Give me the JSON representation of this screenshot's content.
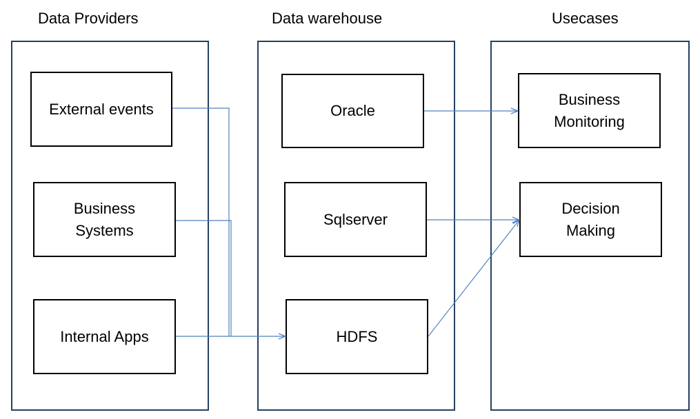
{
  "columns": {
    "providers": {
      "title": "Data Providers",
      "items": [
        "External events",
        "Business\nSystems",
        "Internal Apps"
      ]
    },
    "warehouse": {
      "title": "Data warehouse",
      "items": [
        "Oracle",
        "Sqlserver",
        "HDFS"
      ]
    },
    "usecases": {
      "title": "Usecases",
      "items": [
        "Business\nMonitoring",
        "Decision\nMaking"
      ]
    }
  },
  "colors": {
    "column_border": "#243f60",
    "box_border": "#000000",
    "connector": "#4f81bd"
  }
}
